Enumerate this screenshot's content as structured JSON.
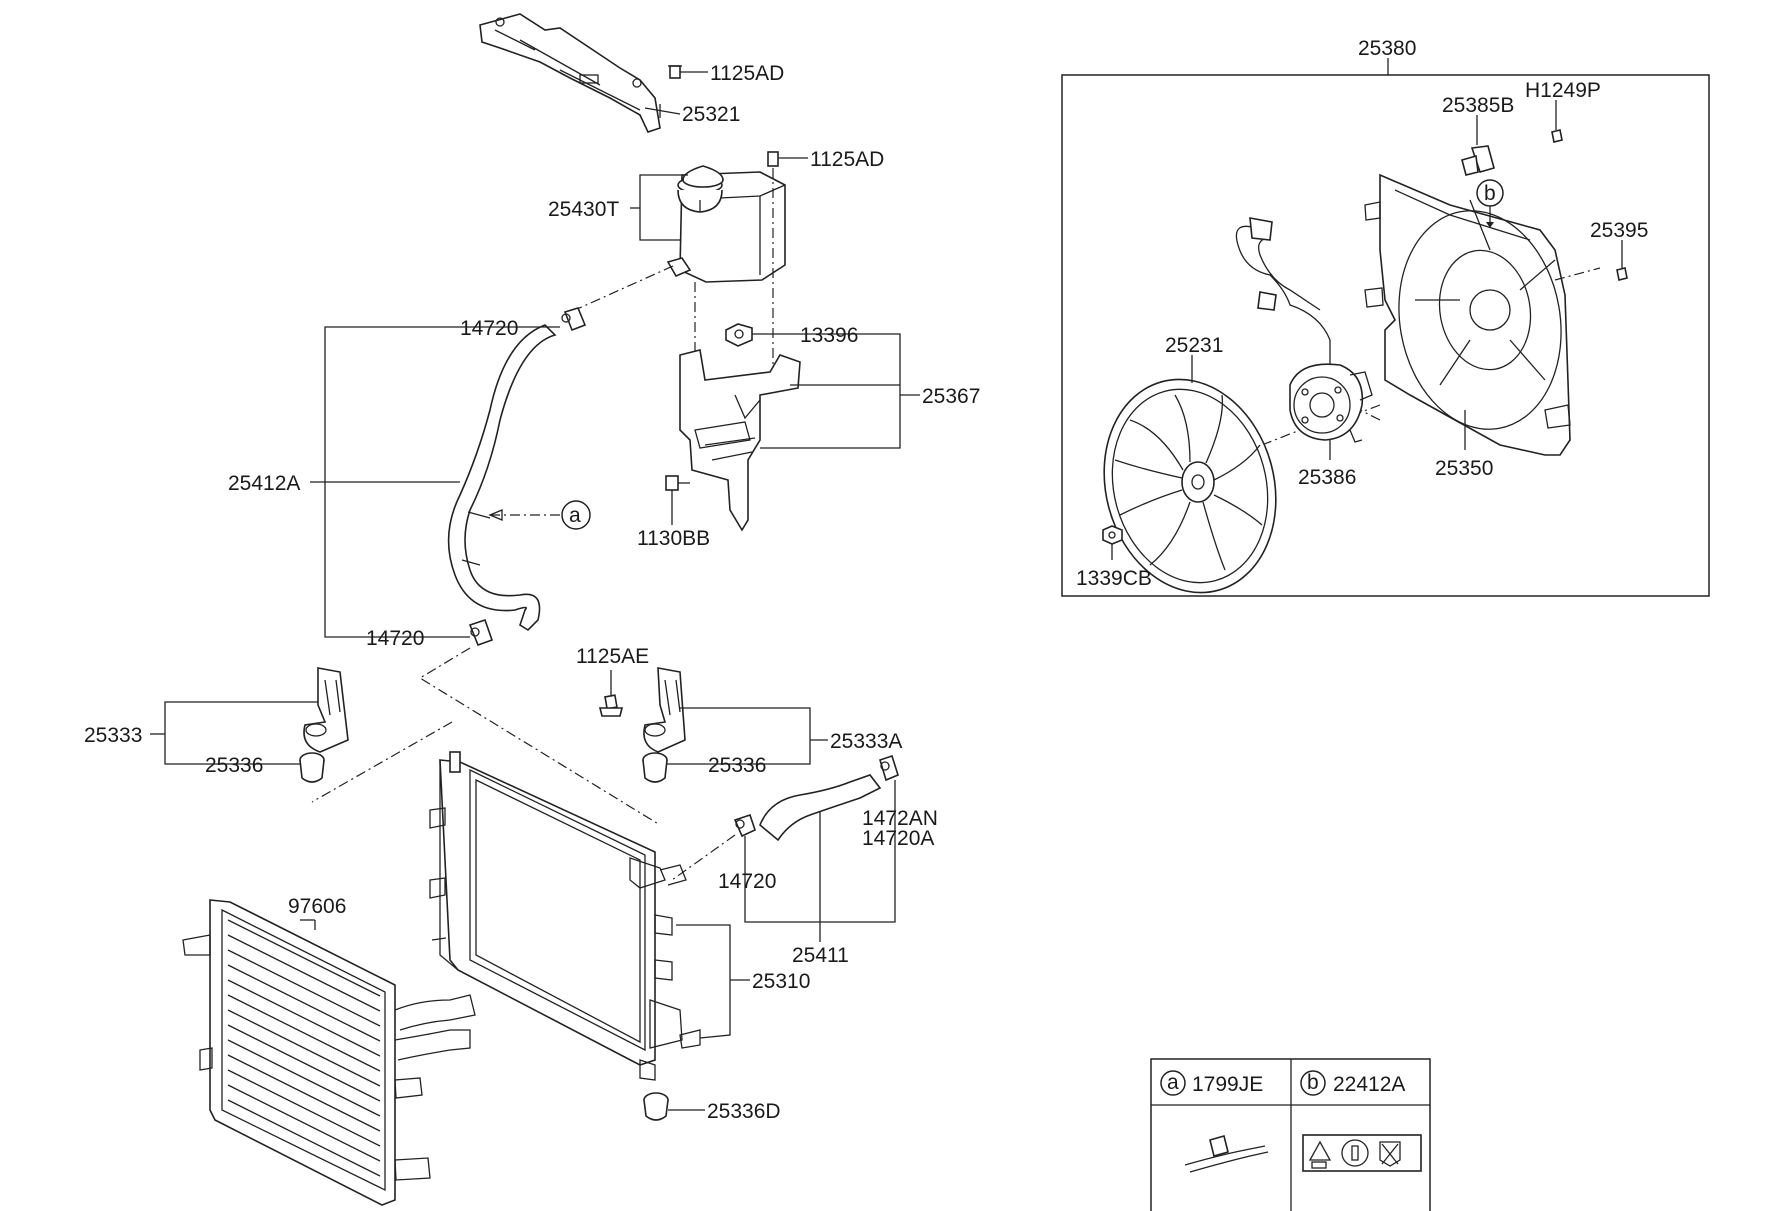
{
  "callouts": {
    "c25321": "25321",
    "c1125AD_top": "1125AD",
    "c1125AD_tank": "1125AD",
    "c25430T": "25430T",
    "c14720_upper": "14720",
    "c13396": "13396",
    "c25367": "25367",
    "c25412A": "25412A",
    "c1130BB": "1130BB",
    "c14720_lower": "14720",
    "c1125AE": "1125AE",
    "c25333": "25333",
    "c25336_left": "25336",
    "c25333A": "25333A",
    "c25336_right": "25336",
    "c1472AN": "1472AN",
    "c14720A": "14720A",
    "c14720_right": "14720",
    "c25411": "25411",
    "c97606": "97606",
    "c25310": "25310",
    "c25336D": "25336D",
    "c25380": "25380",
    "c25385B": "25385B",
    "cH1249P": "H1249P",
    "c25395": "25395",
    "c25231": "25231",
    "c25386": "25386",
    "c25350": "25350",
    "c1339CB": "1339CB"
  },
  "markers": {
    "a": "a",
    "b": "b"
  },
  "legend": {
    "a_letter": "a",
    "a_part": "1799JE",
    "b_letter": "b",
    "b_part": "22412A"
  }
}
